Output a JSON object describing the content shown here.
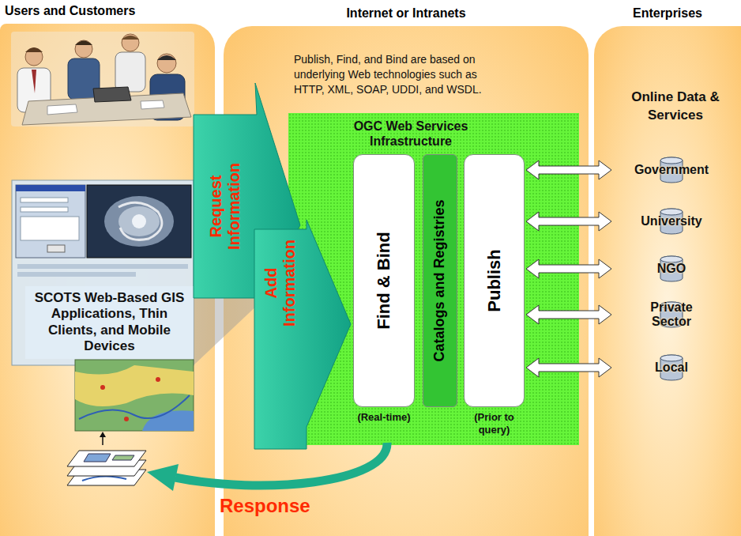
{
  "diagram": {
    "nodes": [
      {
        "text": [
          "Users and Customers"
        ]
      },
      {
        "text": [
          "SCOTS Web-Based GIS Applications, Thin Clients, and Mobile Devices"
        ],
        "in": 0
      },
      {
        "text": [
          "Internet or Intranets"
        ]
      },
      {
        "text": [
          "Request Information"
        ]
      },
      {
        "text": [
          "Add Information"
        ]
      },
      {
        "text": [
          "OGC Web Services Infrastructure"
        ],
        "in": 2
      },
      {
        "text": [
          "Find & Bind",
          "(Real-time)"
        ],
        "in": 5
      },
      {
        "text": [
          "Catalogs and Registries"
        ],
        "in": 5
      },
      {
        "text": [
          "Publish",
          "(Prior to query)"
        ],
        "in": 5
      },
      {
        "text": [
          "Enterprises"
        ]
      },
      {
        "text": [
          "Government"
        ],
        "in": 9
      },
      {
        "text": [
          "University"
        ],
        "in": 9
      },
      {
        "text": [
          "NGO"
        ],
        "in": 9
      },
      {
        "text": [
          "Private Sector"
        ],
        "in": 9
      },
      {
        "text": [
          "Local"
        ],
        "in": 9
      }
    ],
    "edges": [
      {
        "from": 8,
        "to": 10,
        "arrow": "both"
      },
      {
        "from": 8,
        "to": 11,
        "arrow": "both"
      },
      {
        "from": 8,
        "to": 12,
        "arrow": "both"
      },
      {
        "from": 8,
        "to": 13,
        "arrow": "both"
      },
      {
        "from": 8,
        "to": 14,
        "arrow": "both"
      }
    ],
    "labels": [
      "Publish, Find, and Bind are based on underlying Web technologies such as HTTP, XML, SOAP, UDDI, and WSDL.",
      "Online Data & Services",
      "Response"
    ]
  }
}
